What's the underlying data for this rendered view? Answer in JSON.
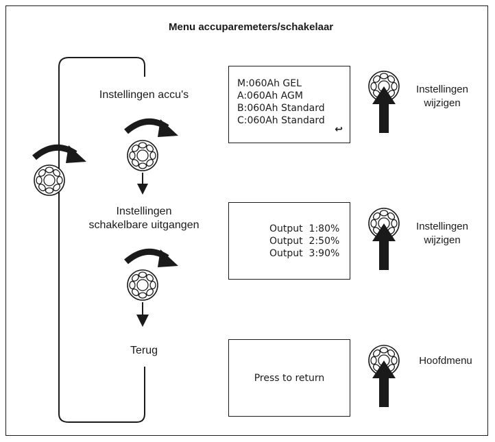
{
  "title": "Menu accuparemeters/schakelaar",
  "steps": [
    {
      "label_lines": [
        "Instellingen accu's"
      ]
    },
    {
      "label_lines": [
        "Instellingen",
        "schakelbare uitgangen"
      ]
    },
    {
      "label_lines": [
        "Terug"
      ]
    }
  ],
  "screens": [
    {
      "lines": [
        "M:060Ah GEL",
        "A:060Ah AGM",
        "B:060Ah Standard",
        "C:060Ah Standard"
      ],
      "return_icon": "↩"
    },
    {
      "lines": [
        "Output  1:80%",
        "Output  2:50%",
        "Output  3:90%"
      ]
    },
    {
      "lines": [
        "Press to return"
      ]
    }
  ],
  "side_labels": [
    [
      "Instellingen",
      "wijzigen"
    ],
    [
      "Instellingen",
      "wijzigen"
    ],
    [
      "Hoofdmenu"
    ]
  ],
  "icons": {
    "knob": "rotary-knob-icon",
    "rotate": "rotate-arrow-icon",
    "press": "press-arrow-icon",
    "down": "down-arrow-icon"
  }
}
